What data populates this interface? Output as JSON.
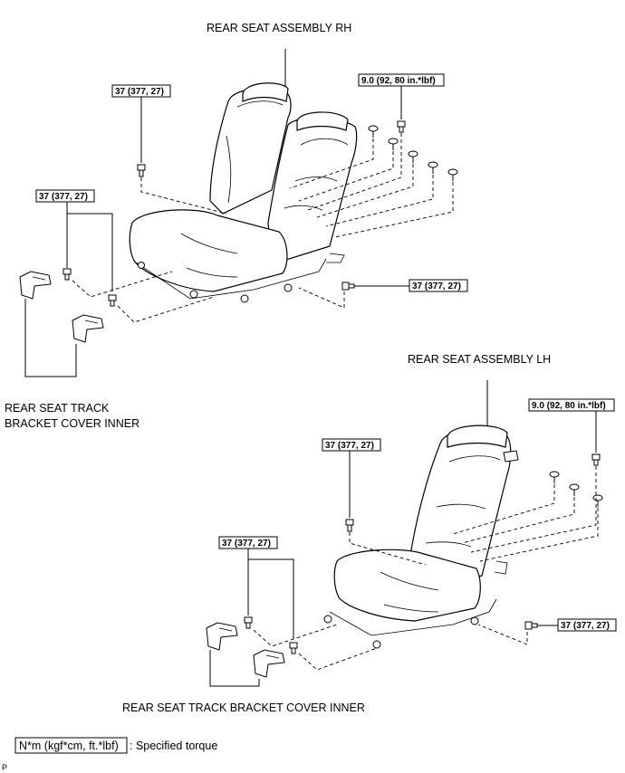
{
  "rh": {
    "title": "REAR SEAT ASSEMBLY RH",
    "torque_top": "37 (377, 27)",
    "torque_right_top": "9.0 (92, 80 in.*lbf)",
    "torque_left": "37 (377, 27)",
    "torque_right_bottom": "37 (377, 27)",
    "cover_label_line1": "REAR SEAT TRACK",
    "cover_label_line2": "BRACKET COVER INNER"
  },
  "lh": {
    "title": "REAR SEAT ASSEMBLY LH",
    "torque_right_top": "9.0 (92, 80 in.*lbf)",
    "torque_top": "37 (377, 27)",
    "torque_left": "37 (377, 27)",
    "torque_right_bottom": "37 (377, 27)",
    "cover_label": "REAR SEAT TRACK BRACKET COVER INNER"
  },
  "legend": {
    "unit": "N*m (kgf*cm, ft.*lbf)",
    "text": ": Specified torque"
  },
  "corner_mark": "P"
}
